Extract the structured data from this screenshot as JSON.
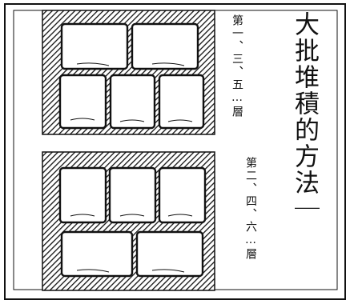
{
  "title": "大批堆積的方法｜",
  "diagrams": [
    {
      "label": "第一、三、五…層",
      "rows": [
        {
          "boxes": [
            "box",
            "box"
          ]
        },
        {
          "boxes": [
            "box",
            "box",
            "box"
          ]
        }
      ]
    },
    {
      "label": "第二、四、六…層",
      "rows": [
        {
          "boxes": [
            "box",
            "box",
            "box"
          ]
        },
        {
          "boxes": [
            "box",
            "box"
          ]
        }
      ]
    }
  ]
}
